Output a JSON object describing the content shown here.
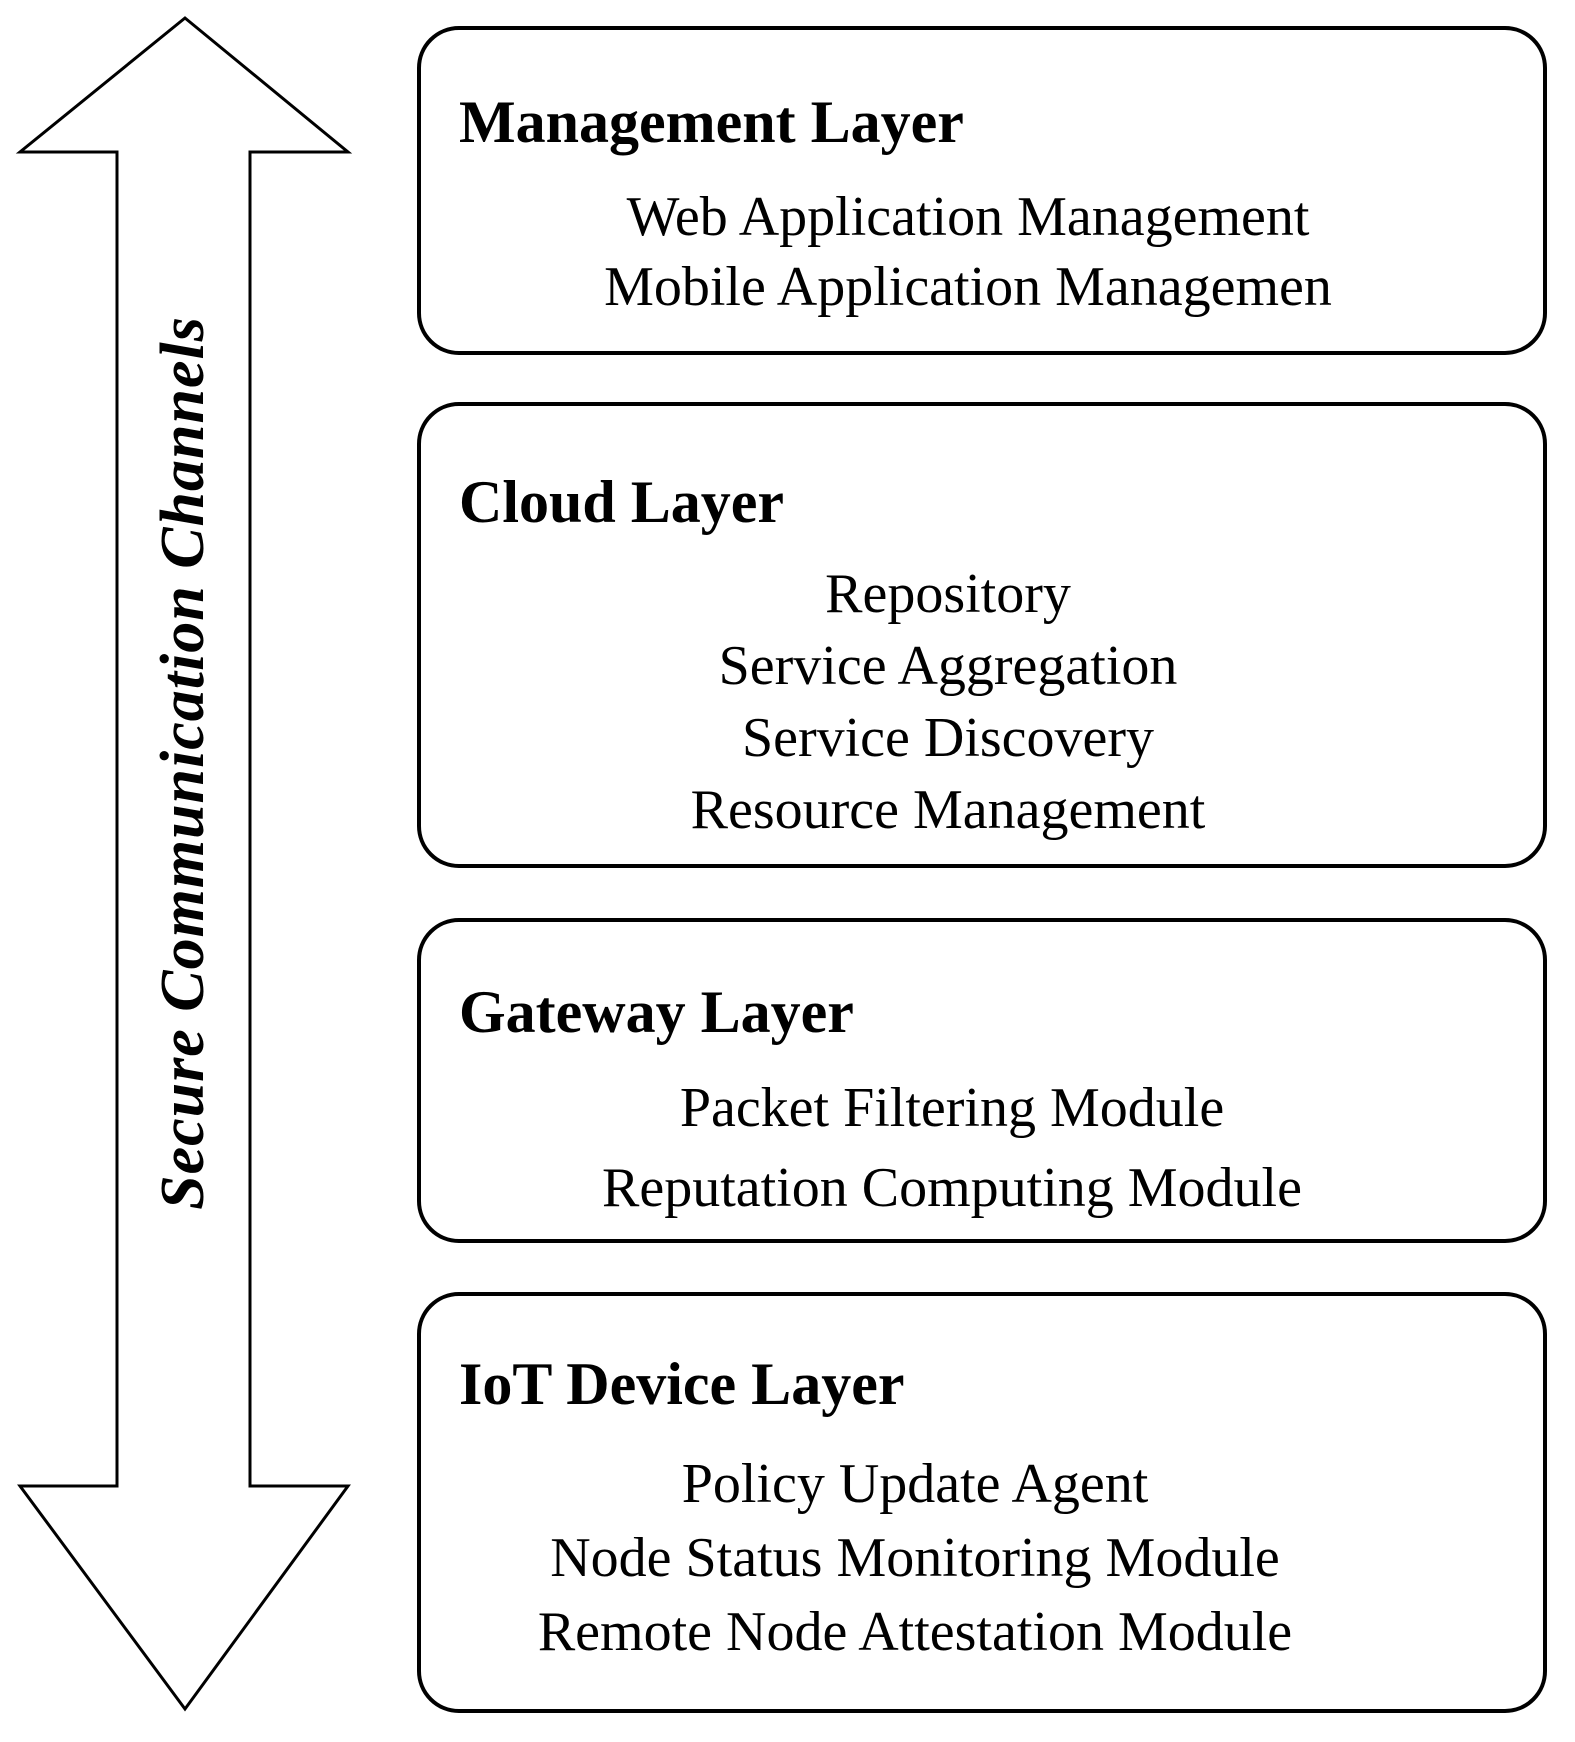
{
  "arrow": {
    "label": "Secure Communication Channels"
  },
  "layers": [
    {
      "title": "Management Layer",
      "items": [
        "Web Application Management",
        "Mobile Application Managemen"
      ]
    },
    {
      "title": "Cloud Layer",
      "items": [
        "Repository",
        "Service Aggregation",
        "Service Discovery",
        "Resource Management"
      ]
    },
    {
      "title": "Gateway Layer",
      "items": [
        "Packet Filtering Module",
        "Reputation Computing Module"
      ]
    },
    {
      "title": "IoT Device Layer",
      "items": [
        "Policy Update Agent",
        "Node Status Monitoring Module",
        "Remote Node Attestation Module"
      ]
    }
  ],
  "colors": {
    "ink": "#000000",
    "background": "#ffffff"
  }
}
